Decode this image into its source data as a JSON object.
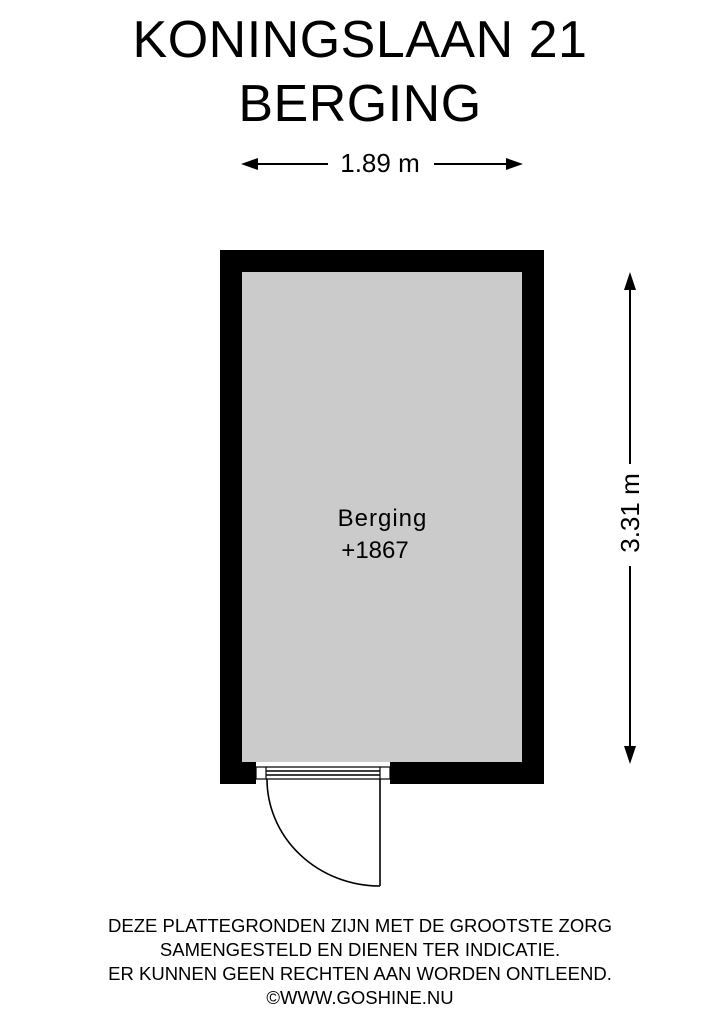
{
  "header": {
    "title_line1": "KONINGSLAAN 21",
    "title_line2": "BERGING"
  },
  "dimensions": {
    "width_label": "1.89 m",
    "height_label": "3.31 m"
  },
  "room": {
    "name": "Berging",
    "code": "+1867",
    "floor_color": "#cbcbcb",
    "wall_color": "#000000"
  },
  "footer": {
    "lines": [
      "DEZE PLATTEGRONDEN ZIJN MET DE GROOTSTE ZORG",
      "SAMENGESTELD EN DIENEN TER INDICATIE.",
      "ER KUNNEN GEEN RECHTEN AAN WORDEN ONTLEEND.",
      "©WWW.GOSHINE.NU"
    ]
  }
}
